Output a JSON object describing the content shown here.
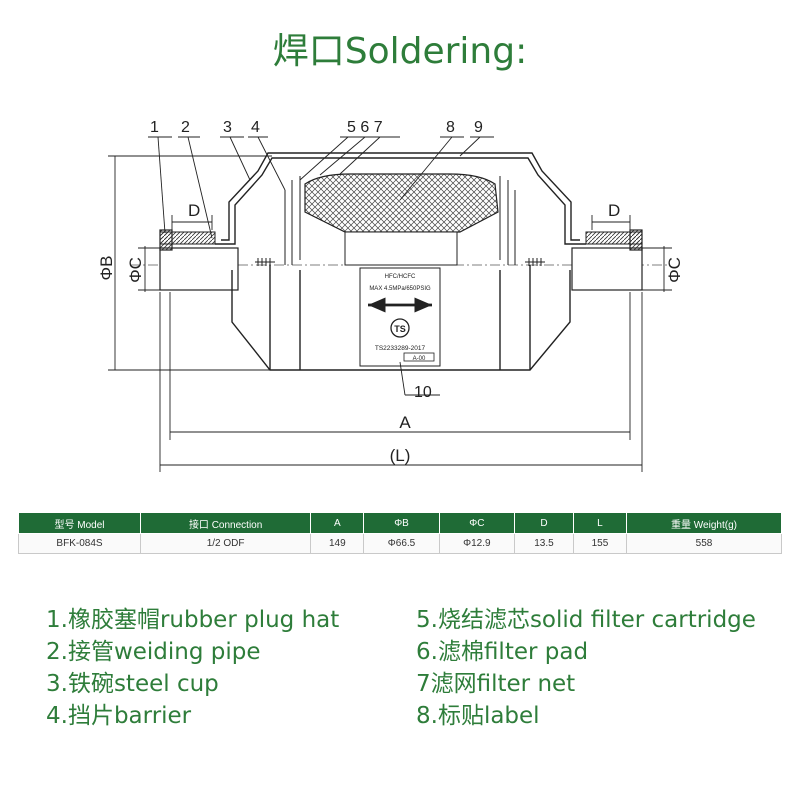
{
  "title": "焊口Soldering:",
  "diagram": {
    "callouts": [
      "1",
      "2",
      "3",
      "4",
      "5 6 7",
      "8",
      "9",
      "10"
    ],
    "dimensions": {
      "d_left": "D",
      "d_right": "D",
      "phi_b": "ΦB",
      "phi_c_left": "ΦC",
      "phi_c_right": "ΦC",
      "a": "A",
      "l": "(L)"
    },
    "label_plate": {
      "line1": "HFC/HCFC",
      "line2": "MAX 4.5MPa/650PSIG",
      "mark": "TS",
      "code": "TS2233289-2017",
      "model_tag": "A-00"
    }
  },
  "table": {
    "headers": [
      "型号 Model",
      "接口 Connection",
      "A",
      "ΦB",
      "ΦC",
      "D",
      "L",
      "重量 Weight(g)"
    ],
    "rows": [
      [
        "BFK-084S",
        "1/2 ODF",
        "149",
        "Φ66.5",
        "Φ12.9",
        "13.5",
        "155",
        "558"
      ]
    ]
  },
  "legend": {
    "left": [
      "1.橡胶塞帽rubber plug hat",
      "2.接管weiding pipe",
      "3.铁碗steel cup",
      "4.挡片barrier"
    ],
    "right": [
      "5.烧结滤芯solid filter cartridge",
      "6.滤棉filter pad",
      "7滤网filter net",
      "8.标贴label"
    ]
  },
  "colors": {
    "title": "#2e7d3a",
    "table_header": "#1f6b36",
    "legend": "#2e7d3a"
  }
}
